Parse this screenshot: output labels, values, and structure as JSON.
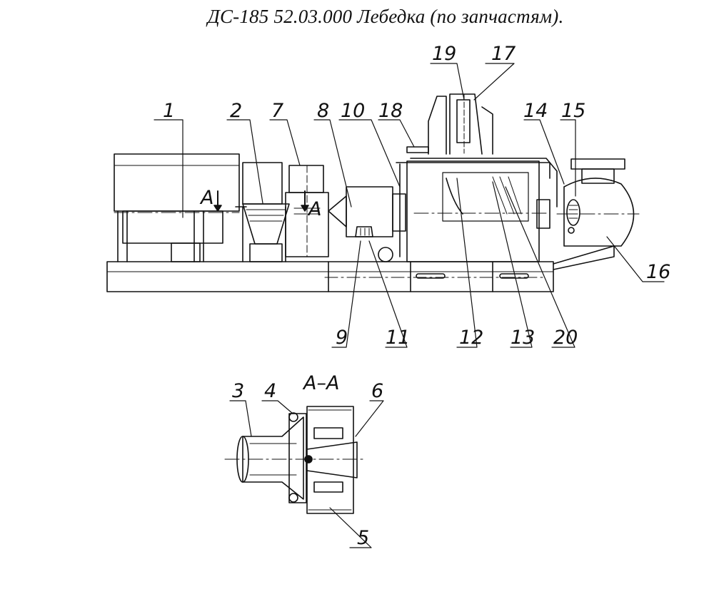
{
  "title": "ДС-185 52.03.000  Лебедка (по запчастям).",
  "section": {
    "cut_letter_left": "A",
    "cut_letter_right": "A",
    "view_title": "A–A"
  },
  "callouts": [
    {
      "id": "c1",
      "label": "1"
    },
    {
      "id": "c2",
      "label": "2"
    },
    {
      "id": "c7",
      "label": "7"
    },
    {
      "id": "c8",
      "label": "8"
    },
    {
      "id": "c10",
      "label": "10"
    },
    {
      "id": "c18",
      "label": "18"
    },
    {
      "id": "c19",
      "label": "19"
    },
    {
      "id": "c17",
      "label": "17"
    },
    {
      "id": "c14",
      "label": "14"
    },
    {
      "id": "c15",
      "label": "15"
    },
    {
      "id": "c16",
      "label": "16"
    },
    {
      "id": "c9",
      "label": "9"
    },
    {
      "id": "c11",
      "label": "11"
    },
    {
      "id": "c12",
      "label": "12"
    },
    {
      "id": "c13",
      "label": "13"
    },
    {
      "id": "c20",
      "label": "20"
    },
    {
      "id": "c3",
      "label": "3"
    },
    {
      "id": "c4",
      "label": "4"
    },
    {
      "id": "c6",
      "label": "6"
    },
    {
      "id": "c5",
      "label": "5"
    }
  ]
}
